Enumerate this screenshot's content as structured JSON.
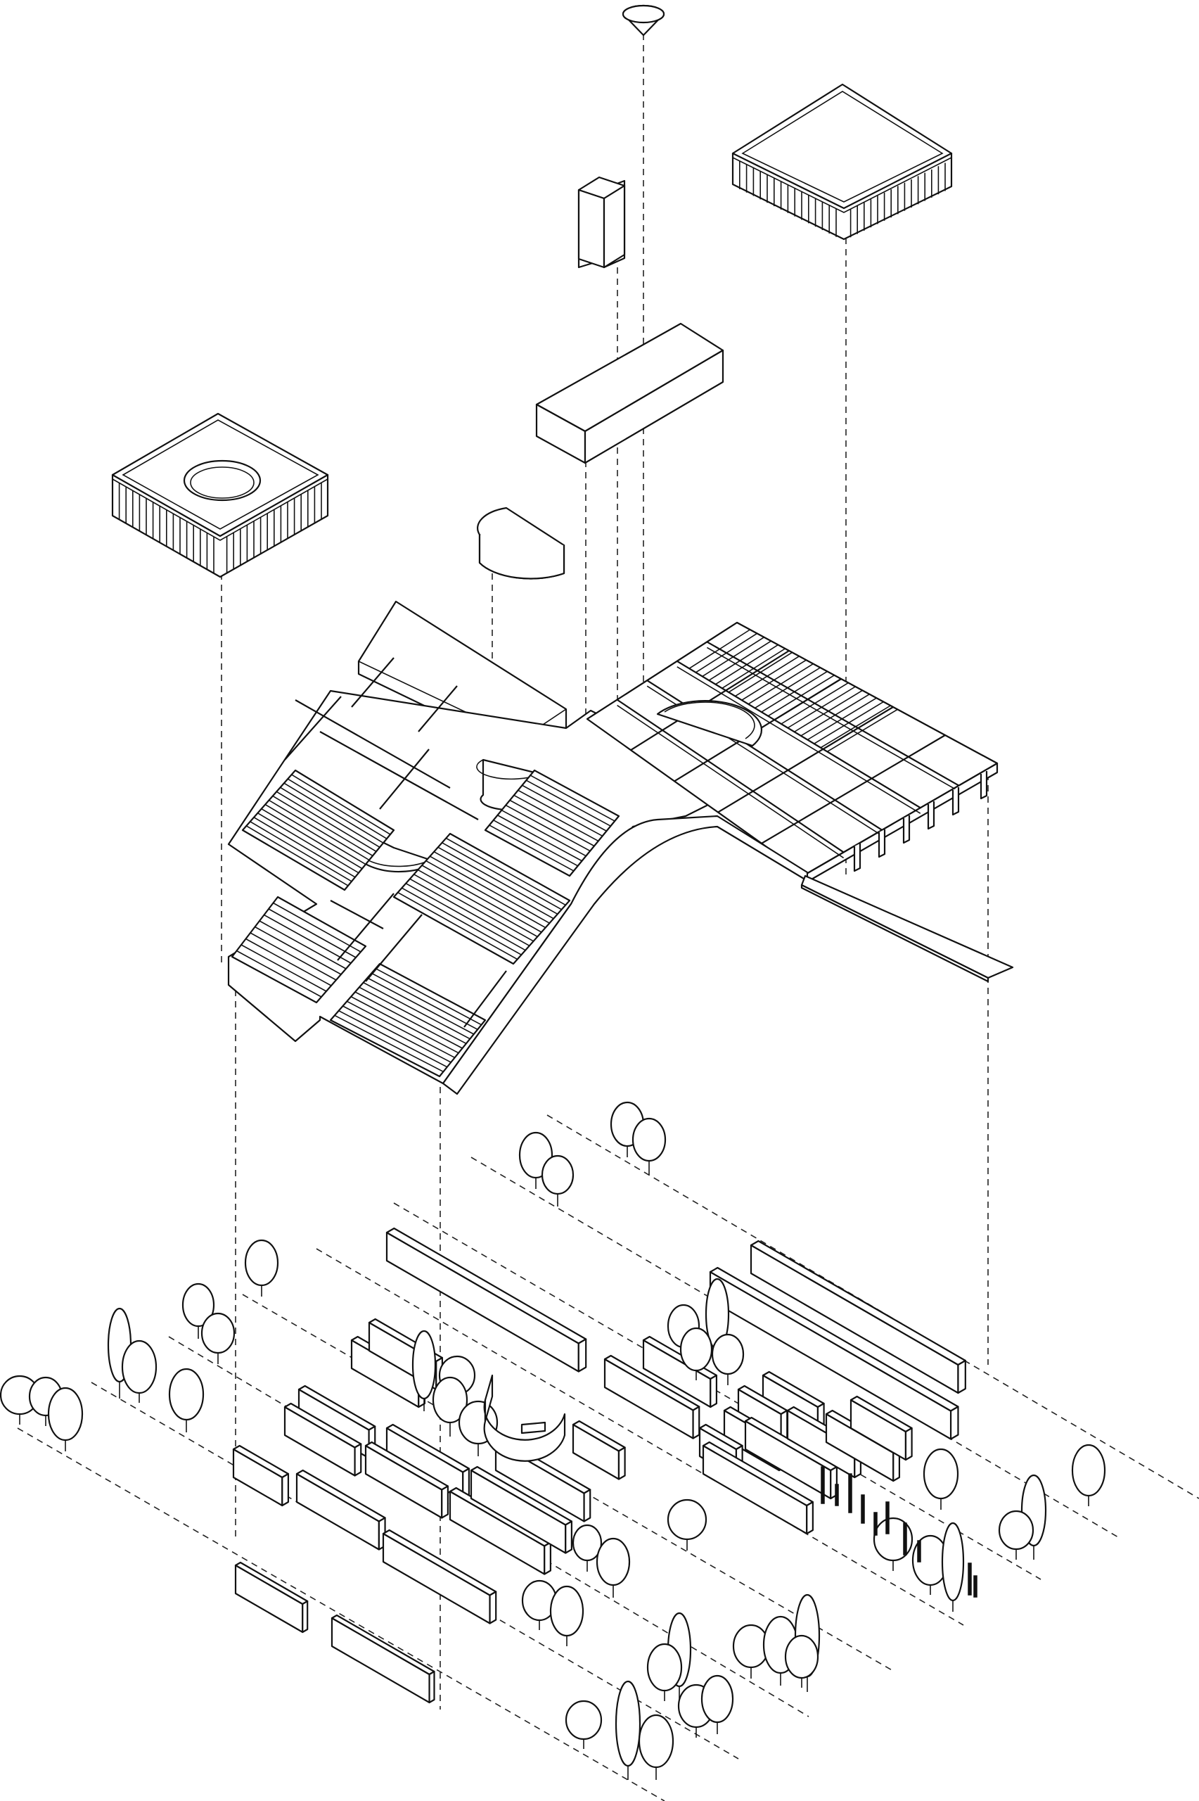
{
  "drawing": {
    "type": "exploded-axonometric",
    "style": "black line art on white",
    "background": "#ffffff",
    "line_color": "#111111"
  },
  "components": [
    {
      "name": "funnel-lamp"
    },
    {
      "name": "tall-tower-block"
    },
    {
      "name": "square-roof-box-right"
    },
    {
      "name": "long-bar-block"
    },
    {
      "name": "square-roof-box-with-opening-left"
    },
    {
      "name": "half-cylinder-block"
    },
    {
      "name": "main-roof-grid-structure"
    },
    {
      "name": "walkway-bridge"
    },
    {
      "name": "ground-walls-and-trees"
    }
  ]
}
